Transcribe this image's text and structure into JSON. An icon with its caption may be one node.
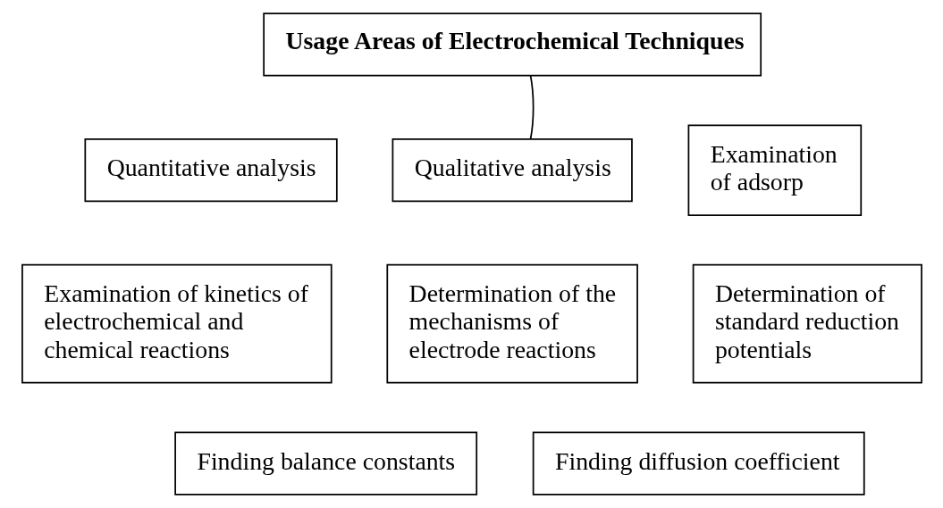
{
  "diagram": {
    "nodes": [
      {
        "text": [
          "Usage Areas of Electrochemical Techniques"
        ]
      },
      {
        "text": [
          "Quantitative analysis"
        ]
      },
      {
        "text": [
          "Qualitative analysis"
        ]
      },
      {
        "text": [
          "Examination of adsorp"
        ]
      },
      {
        "text": [
          "Examination of kinetics of electrochemical and chemical reactions"
        ]
      },
      {
        "text": [
          "Determination of the mechanisms of electrode reactions"
        ]
      },
      {
        "text": [
          "Determination of standard reduction potentials"
        ]
      },
      {
        "text": [
          "Finding balance constants"
        ]
      },
      {
        "text": [
          "Finding diffusion coefficient"
        ]
      }
    ],
    "edges": [
      {
        "from": 0,
        "to": 2,
        "arrow": "none"
      }
    ]
  }
}
